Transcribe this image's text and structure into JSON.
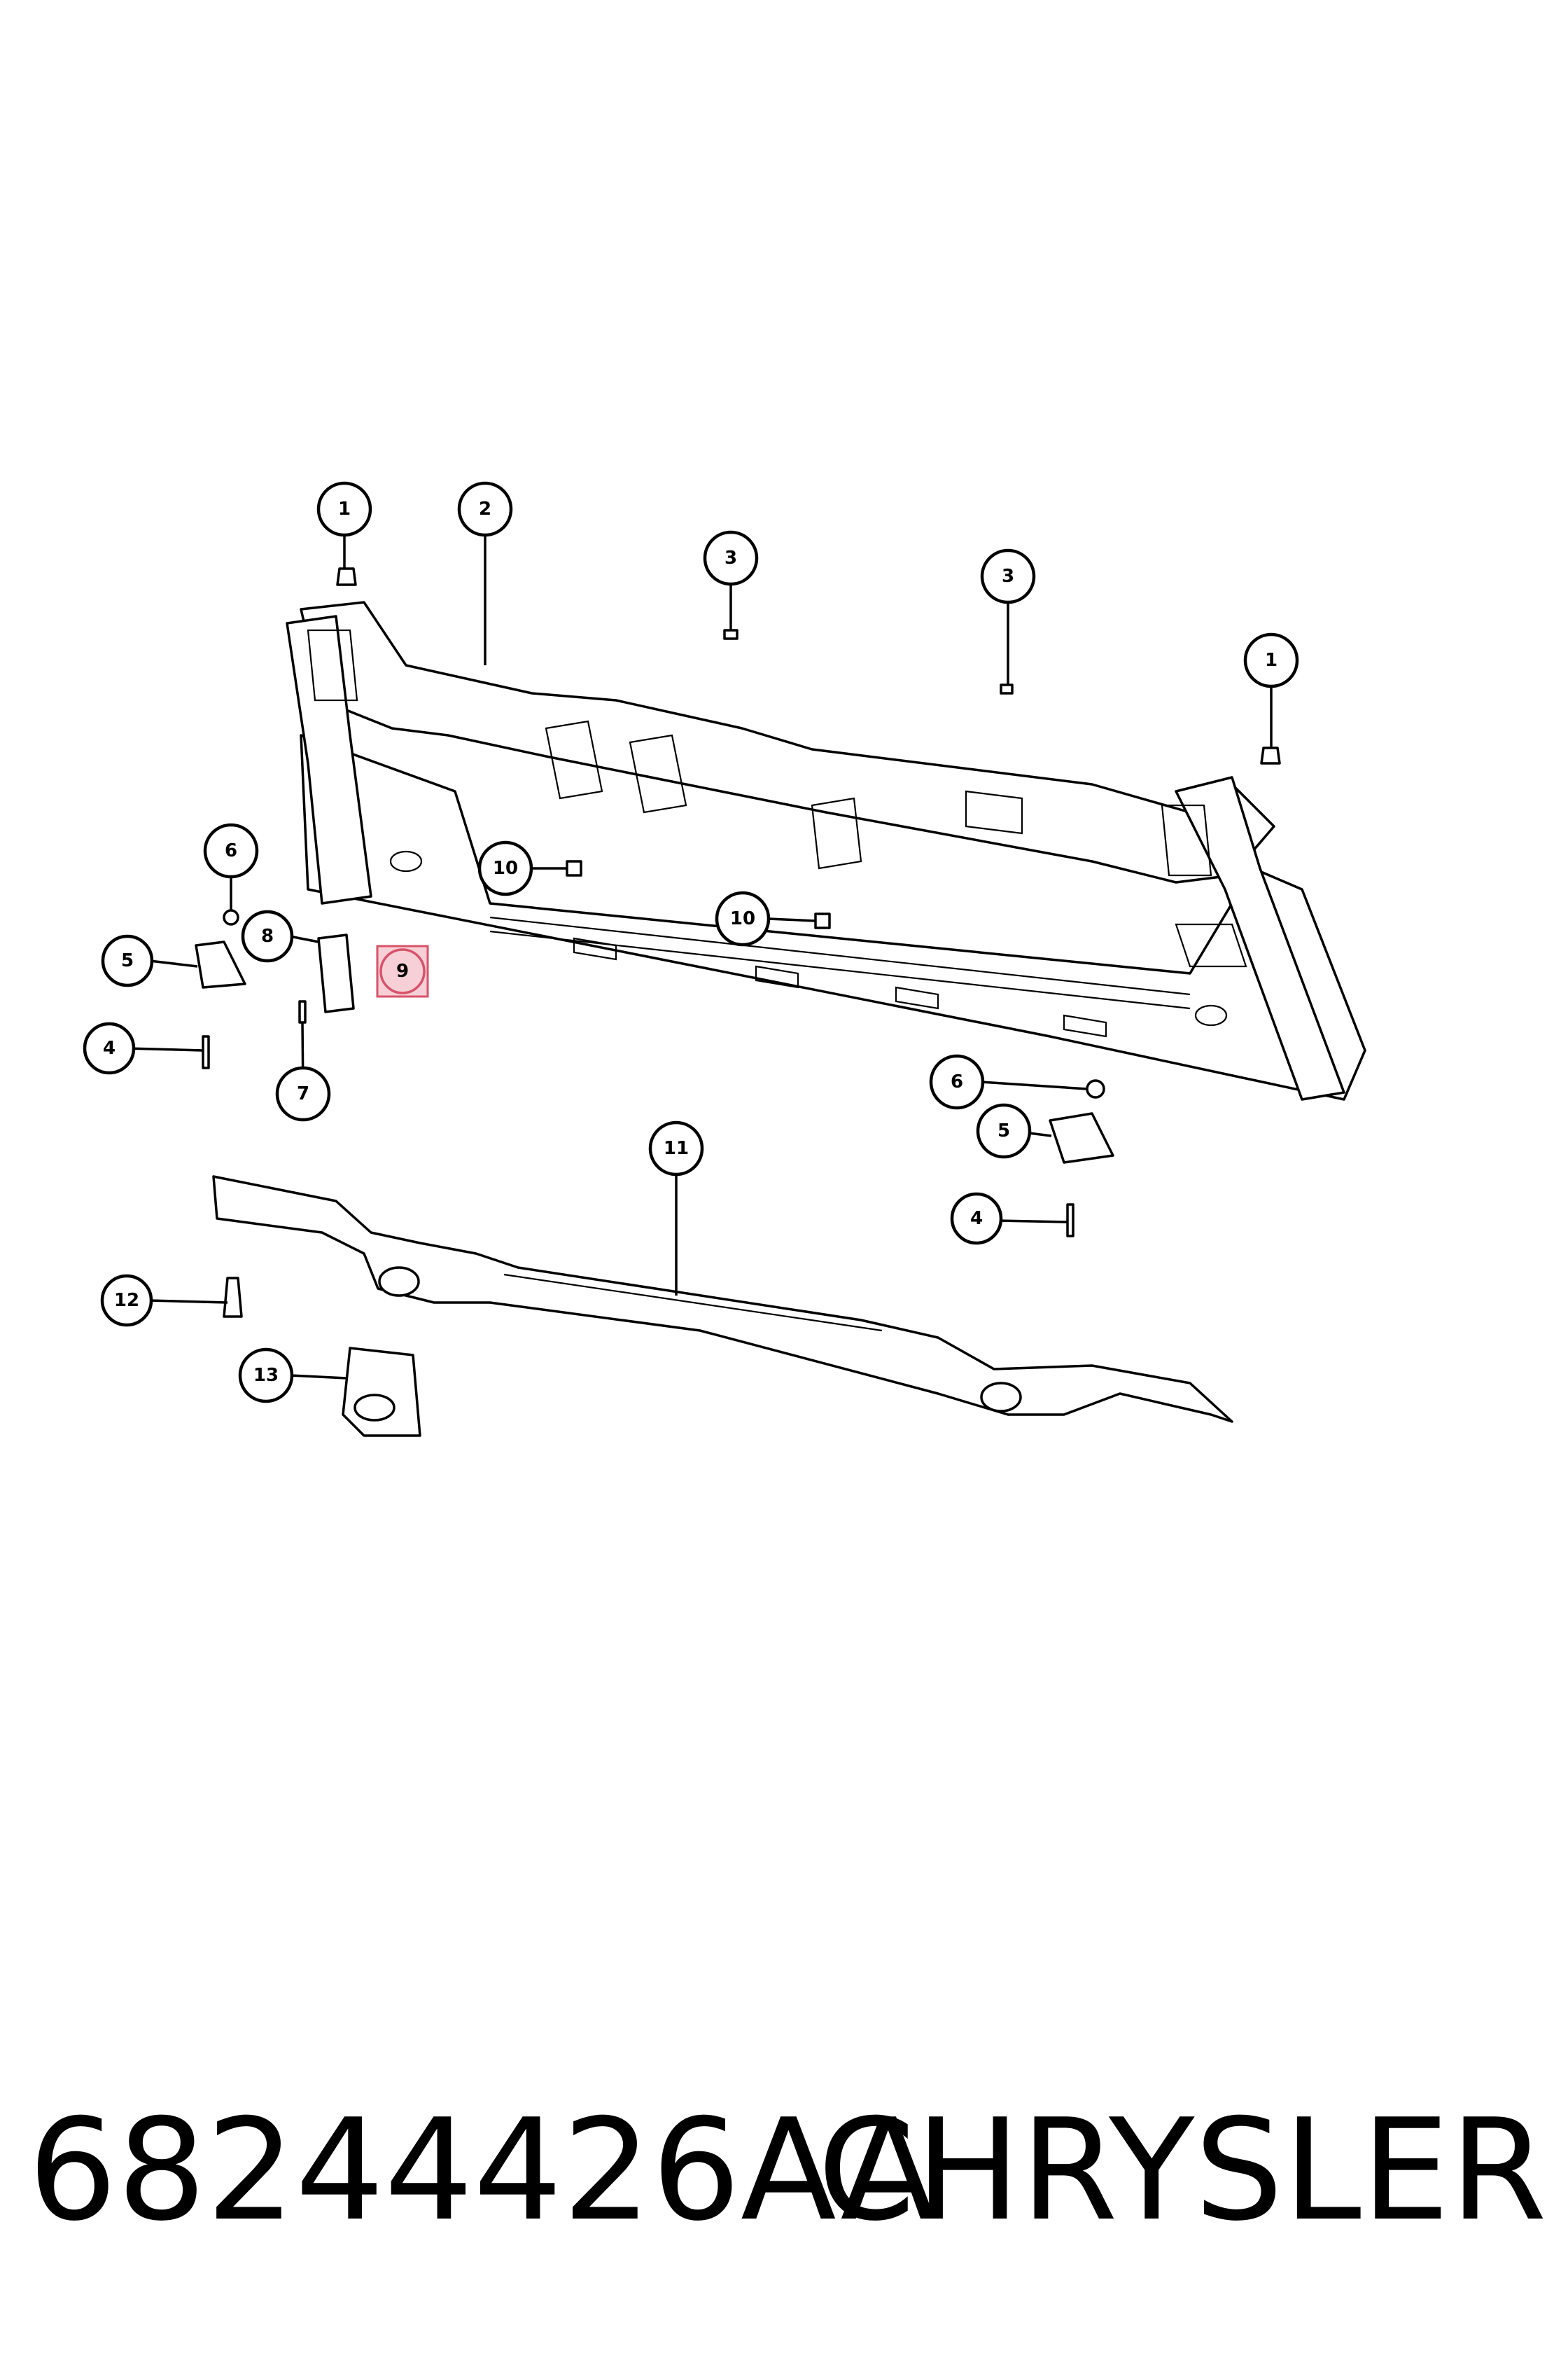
{
  "diagram": {
    "highlight_color": "#d7536a",
    "highlighted_callout": "9",
    "callouts": [
      {
        "id": "c1a",
        "label": "1"
      },
      {
        "id": "c2",
        "label": "2"
      },
      {
        "id": "c3a",
        "label": "3"
      },
      {
        "id": "c3b",
        "label": "3"
      },
      {
        "id": "c1b",
        "label": "1"
      },
      {
        "id": "c6a",
        "label": "6"
      },
      {
        "id": "c10a",
        "label": "10"
      },
      {
        "id": "c10b",
        "label": "10"
      },
      {
        "id": "c8",
        "label": "8"
      },
      {
        "id": "c5a",
        "label": "5"
      },
      {
        "id": "c9",
        "label": "9"
      },
      {
        "id": "c4a",
        "label": "4"
      },
      {
        "id": "c7",
        "label": "7"
      },
      {
        "id": "c6b",
        "label": "6"
      },
      {
        "id": "c5b",
        "label": "5"
      },
      {
        "id": "c11",
        "label": "11"
      },
      {
        "id": "c4b",
        "label": "4"
      },
      {
        "id": "c12",
        "label": "12"
      },
      {
        "id": "c13",
        "label": "13"
      }
    ]
  },
  "footer": {
    "part_number": "68244426AA",
    "brand": "CHRYSLER"
  }
}
